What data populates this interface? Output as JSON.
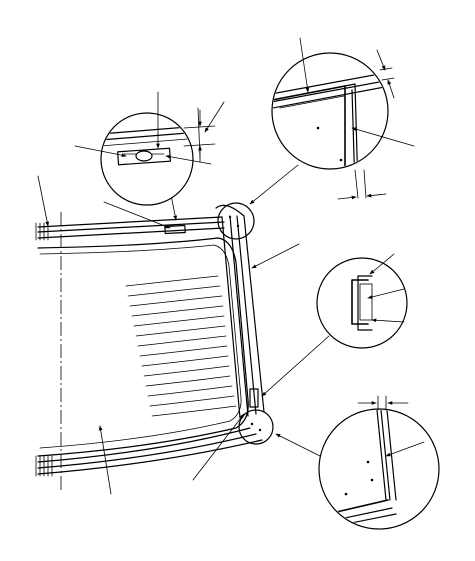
{
  "figure": {
    "kind": "technical-line-drawing",
    "subject": "windshield-glass-installation",
    "stroke_color": "#000000",
    "background_color": "#ffffff",
    "detail_views": [
      "upper-left-detail",
      "top-corner-detail",
      "channel-section-detail",
      "bottom-corner-detail"
    ],
    "has_text": false
  }
}
